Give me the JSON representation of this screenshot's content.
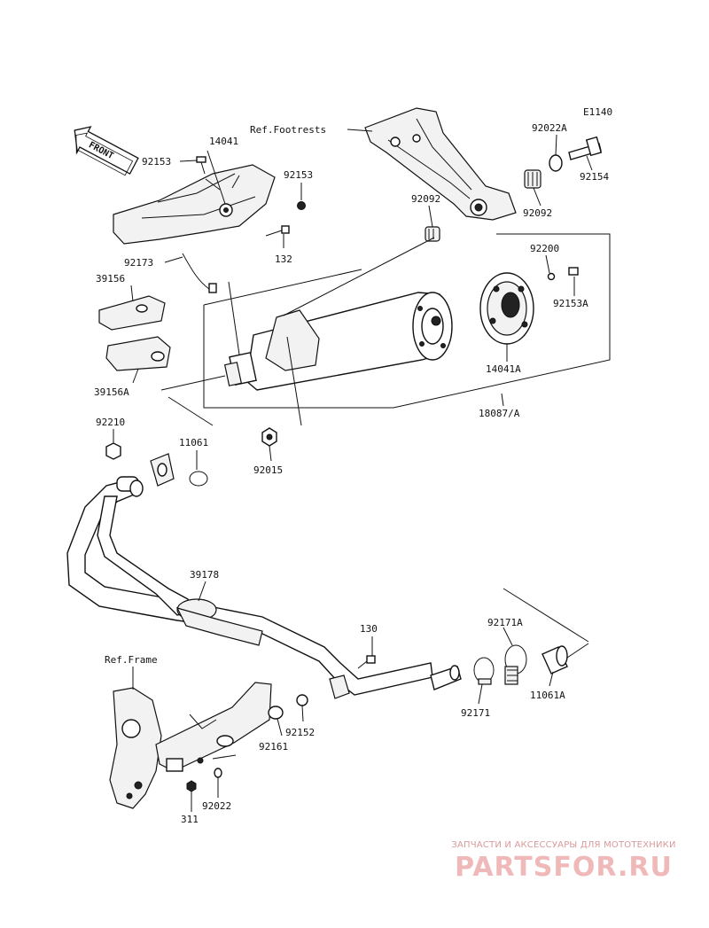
{
  "diagram_code": "E1140",
  "front_badge": "FRONT",
  "refs": {
    "footrests": "Ref.Footrests",
    "frame": "Ref.Frame"
  },
  "parts": {
    "p92153_top": "92153",
    "p14041": "14041",
    "p92153_r": "92153",
    "p132": "132",
    "p92173": "92173",
    "p39156": "39156",
    "p39156A": "39156A",
    "p92022A": "92022A",
    "p92154": "92154",
    "p92092_a": "92092",
    "p92092_b": "92092",
    "p92200": "92200",
    "p92153A": "92153A",
    "p14041A": "14041A",
    "p18087": "18087/A",
    "p92210": "92210",
    "p11061": "11061",
    "p92015": "92015",
    "p39178": "39178",
    "p130": "130",
    "p92171A": "92171A",
    "p92171": "92171",
    "p11061A": "11061A",
    "p92152": "92152",
    "p92161": "92161",
    "p92022": "92022",
    "p311": "311"
  },
  "watermark": {
    "subtitle": "ЗАПЧАСТИ И АКСЕССУАРЫ ДЛЯ МОТОТЕХНИКИ",
    "logo": "PARTSFOR.RU"
  }
}
